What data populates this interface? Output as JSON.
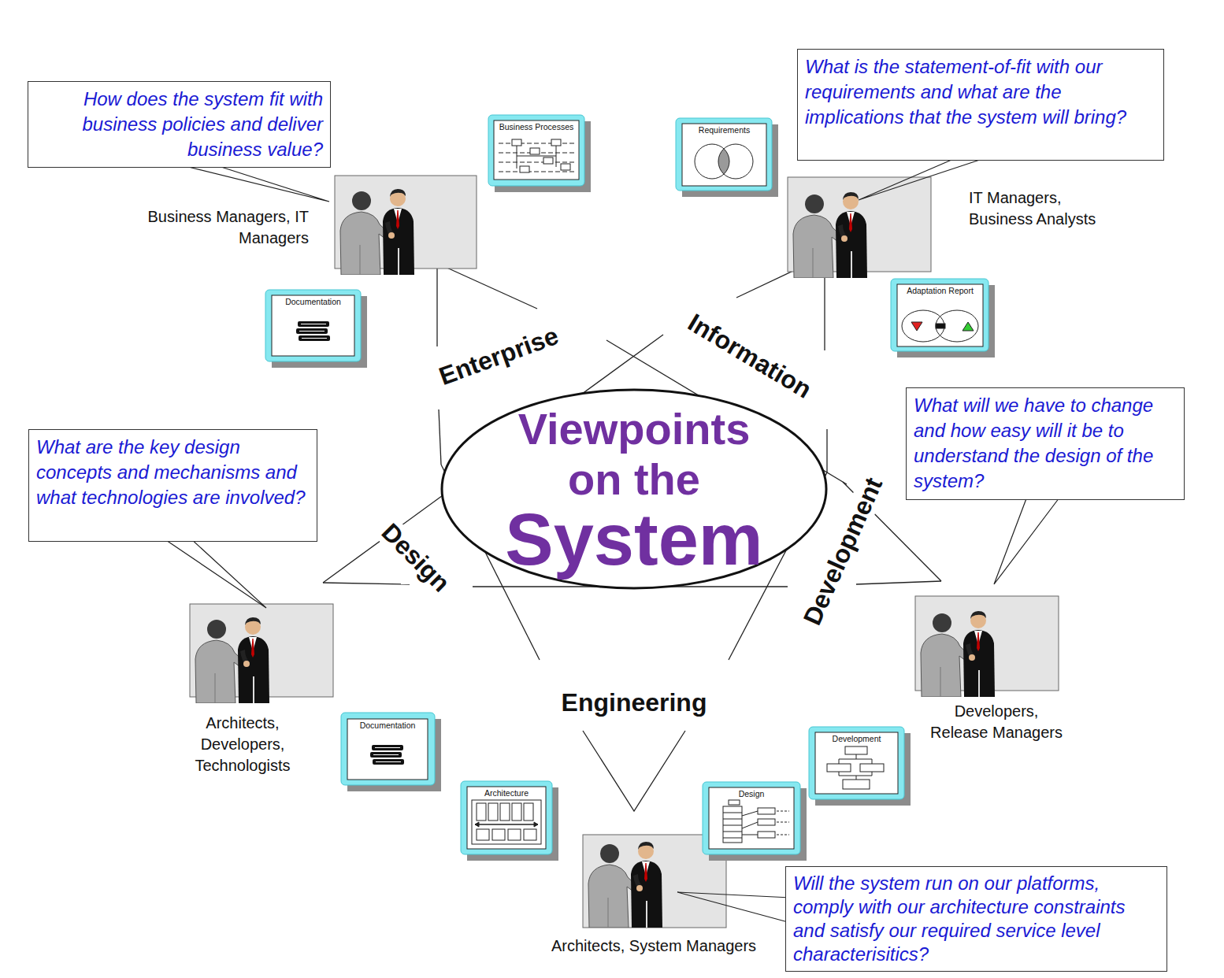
{
  "diagram": {
    "nodes": [
      {
        "text": [
          "How does the system fit with business policies and deliver business value?"
        ]
      },
      {
        "text": [
          "Business Processes"
        ]
      },
      {
        "text": [
          "Requirements"
        ]
      },
      {
        "text": [
          "What is the statement-of-fit with our requirements and what are the implications that the system will bring?"
        ]
      },
      {
        "text": [
          "Business Managers, IT Managers"
        ]
      },
      {
        "text": [
          "IT Managers, Business Analysts"
        ]
      },
      {
        "text": [
          "Documentation"
        ]
      },
      {
        "text": [
          "Adaptation Report"
        ]
      },
      {
        "text": [
          "Viewpoints on the",
          "System"
        ]
      },
      {
        "text": [
          "What are the key design concepts and mechanisms and what technologies are involved?"
        ]
      },
      {
        "text": [
          "What will we have to change and how easy will it be to understand the design of the system?"
        ]
      },
      {
        "text": [
          "Architects, Developers, Technologists"
        ]
      },
      {
        "text": [
          "Developers, Release Managers"
        ]
      },
      {
        "text": [
          "Documentation"
        ]
      },
      {
        "text": [
          "Development"
        ]
      },
      {
        "text": [
          "Architecture"
        ]
      },
      {
        "text": [
          "Design"
        ]
      },
      {
        "text": [
          "Architects, System Managers"
        ]
      },
      {
        "text": [
          "Will the system run on our platforms, comply with our architecture constraints and satisfy our required service level characterisitics?"
        ]
      }
    ],
    "labels": [
      "Enterprise",
      "Information",
      "Design",
      "Development",
      "Engineering"
    ]
  }
}
